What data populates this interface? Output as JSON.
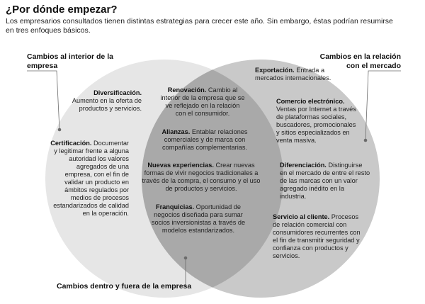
{
  "header": {
    "title": "¿Por dónde empezar?",
    "subtitle": "Los empresarios consultados tienen distintas estrategias para crecer este año. Sin embargo, éstas podrían resumirse en tres enfoques básicos."
  },
  "labels": {
    "left": "Cambios al interior de la empresa",
    "right": "Cambios en la relación con el mercado",
    "bottom": "Cambios dentro y fuera de la empresa"
  },
  "left_items": [
    {
      "title": "Diversificación.",
      "text": "Aumento en la oferta de productos y servicios."
    },
    {
      "title": "Certificación.",
      "text": "Documentar y legitimar frente a alguna autoridad los valores agregados de una empresa, con el fin de validar un producto en ámbitos regulados por medios de procesos estandarizados de calidad en la operación."
    }
  ],
  "center_items": [
    {
      "title": "Renovación.",
      "text": "Cambio al interior de la empresa que se ve reflejado en la relación con el consumidor."
    },
    {
      "title": "Alianzas.",
      "text": "Entablar relaciones comerciales y de marca con compañías complementarias."
    },
    {
      "title": "Nuevas experiencias.",
      "text": "Crear nuevas formas de vivir negocios tradicionales a través de la compra, el consumo y el uso de productos y servicios."
    },
    {
      "title": "Franquicias.",
      "text": "Oportunidad de negocios diseñada para sumar socios inversionistas a través de modelos estandarizados."
    }
  ],
  "right_items": [
    {
      "title": "Exportación.",
      "text": "Entrada a mercados internacionales."
    },
    {
      "title": "Comercio electrónico.",
      "text": "Ventas por Internet a través de plataformas sociales, buscadores, promocionales y sitios especializados en venta masiva."
    },
    {
      "title": "Diferenciación.",
      "text": "Distinguirse en el mercado de entre el resto de las marcas con un valor agregado inédito en la industria."
    },
    {
      "title": "Servicio al cliente.",
      "text": "Procesos de relación comercial con consumidores recurrentes con el fin de transmitir seguridad y confianza con productos y servicios."
    }
  ],
  "colors": {
    "left_circle": "#e6e6e6",
    "right_circle": "#c9c9c9",
    "overlap": "#a9a9a9",
    "leader": "#6b6b6b"
  }
}
